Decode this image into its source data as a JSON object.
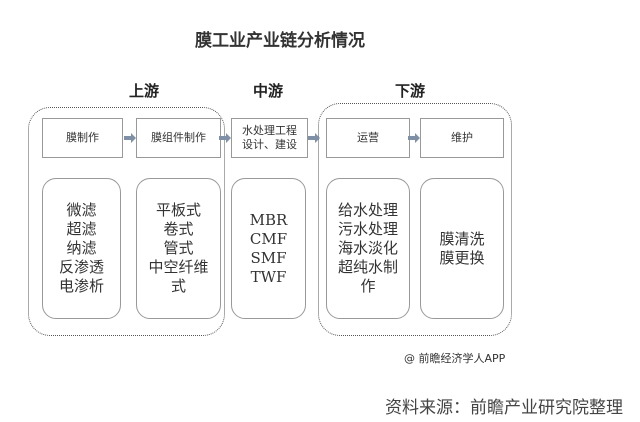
{
  "title": "膜工业产业链分析情况",
  "stages": {
    "upstream": "上游",
    "midstream": "中游",
    "downstream": "下游"
  },
  "steps": [
    "膜制作",
    "膜组件制作",
    "水处理工程设计、建设",
    "运营",
    "维护"
  ],
  "details": [
    [
      "微滤",
      "超滤",
      "纳滤",
      "反渗透",
      "电渗析"
    ],
    [
      "平板式",
      "卷式",
      "管式",
      "中空纤维式"
    ],
    [
      "MBR",
      "CMF",
      "SMF",
      "TWF"
    ],
    [
      "给水处理",
      "污水处理",
      "海水淡化",
      "超纯水制作"
    ],
    [
      "膜清洗",
      "膜更换"
    ]
  ],
  "watermark": "@ 前瞻经济学人APP",
  "source": "资料来源：前瞻产业研究院整理",
  "colors": {
    "arrow": "#7f8fa6",
    "border": "#999999"
  }
}
